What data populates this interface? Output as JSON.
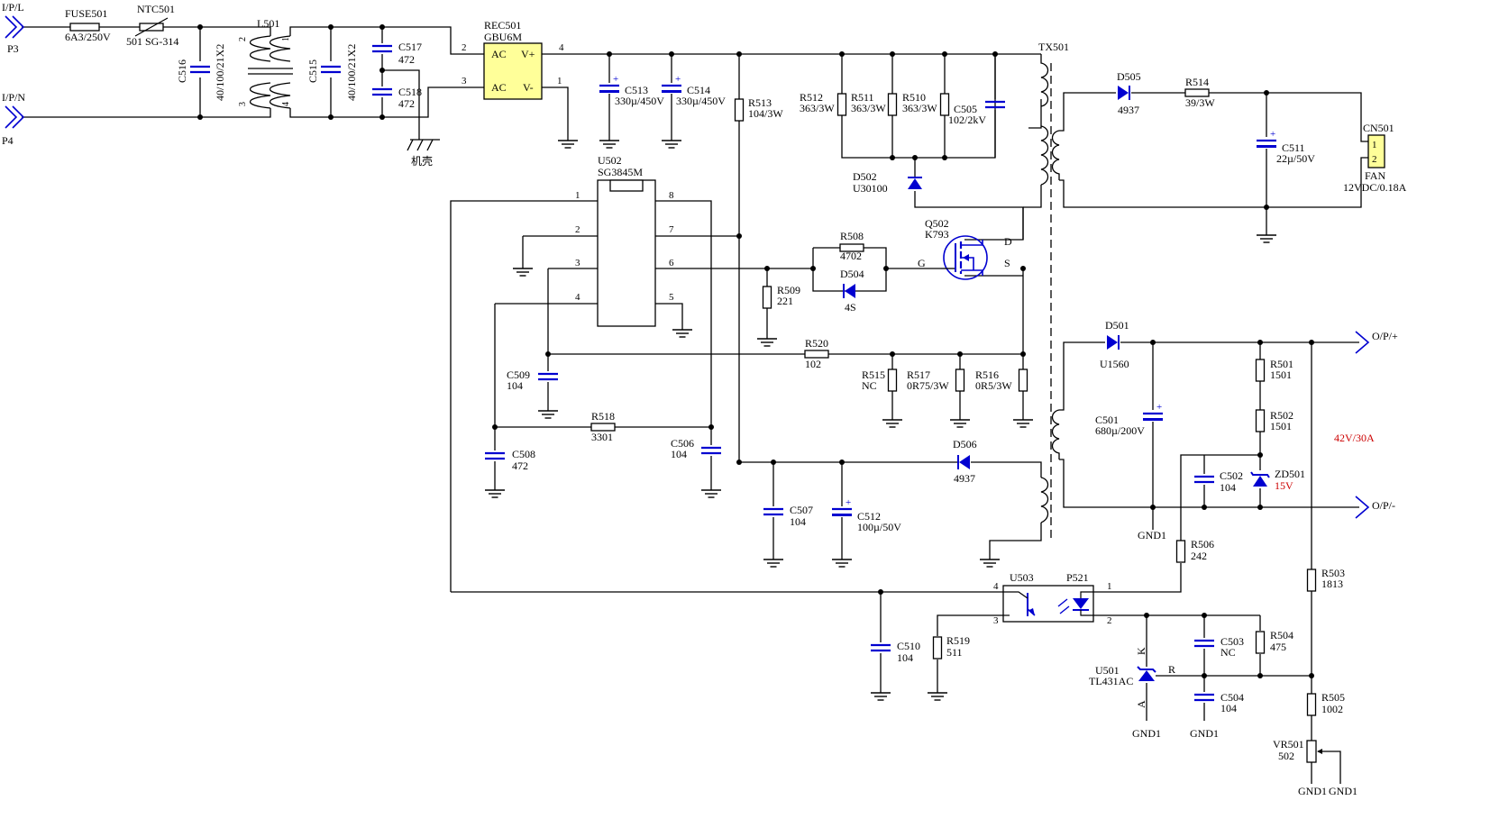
{
  "ports": {
    "p3_name": "I/P/L",
    "p3_ref": "P3",
    "p4_name": "I/P/N",
    "p4_ref": "P4",
    "out_pos": "O/P/+",
    "out_neg": "O/P/-",
    "chassis": "机壳"
  },
  "input": {
    "fuse_ref": "FUSE501",
    "fuse_val": "6A3/250V",
    "ntc_ref": "NTC501",
    "ntc_val": "501 SG-314",
    "c516_ref": "C516",
    "c516_val": "40/100/21X2",
    "l501_ref": "L501",
    "l501_p1": "1",
    "l501_p2": "2",
    "l501_p3": "3",
    "l501_p4": "4",
    "c515_ref": "C515",
    "c515_val": "40/100/21X2",
    "c517_ref": "C517",
    "c517_val": "472",
    "c518_ref": "C518",
    "c518_val": "472"
  },
  "bridge": {
    "ref": "REC501",
    "part": "GBU6M",
    "ac": "AC",
    "vplus": "V+",
    "vminus": "V-",
    "pin1": "1",
    "pin2": "2",
    "pin3": "3",
    "pin4": "4"
  },
  "bulk": {
    "c513_ref": "C513",
    "c513_val": "330µ/450V",
    "c514_ref": "C514",
    "c514_val": "330µ/450V",
    "r513_ref": "R513",
    "r513_val": "104/3W"
  },
  "snubber": {
    "r512_ref": "R512",
    "r512_val": "363/3W",
    "r511_ref": "R511",
    "r511_val": "363/3W",
    "r510_ref": "R510",
    "r510_val": "363/3W",
    "c505_ref": "C505",
    "c505_val": "102/2kV",
    "d502_ref": "D502",
    "d502_val": "U30100"
  },
  "transformer": {
    "ref": "TX501"
  },
  "fan": {
    "d505_ref": "D505",
    "d505_val": "4937",
    "r514_ref": "R514",
    "r514_val": "39/3W",
    "c511_ref": "C511",
    "c511_val": "22µ/50V",
    "cn501_ref": "CN501",
    "cn_pin1": "1",
    "cn_pin2": "2",
    "fan_label": "FAN",
    "fan_spec": "12VDC/0.18A"
  },
  "controller": {
    "ref": "U502",
    "part": "SG3845M",
    "pins": [
      "1",
      "2",
      "3",
      "4",
      "5",
      "6",
      "7",
      "8"
    ],
    "r508_ref": "R508",
    "r508_val": "4702",
    "d504_ref": "D504",
    "d504_val": "4S",
    "r509_ref": "R509",
    "r509_val": "221",
    "q502_ref": "Q502",
    "q502_val": "K793",
    "g": "G",
    "d": "D",
    "s": "S",
    "r520_ref": "R520",
    "r520_val": "102",
    "r515_ref": "R515",
    "r515_val": "NC",
    "r517_ref": "R517",
    "r517_val": "0R75/3W",
    "r516_ref": "R516",
    "r516_val": "0R5/3W",
    "c509_ref": "C509",
    "c509_val": "104",
    "r518_ref": "R518",
    "r518_val": "3301",
    "c508_ref": "C508",
    "c508_val": "472",
    "c506_ref": "C506",
    "c506_val": "104",
    "d506_ref": "D506",
    "d506_val": "4937",
    "c507_ref": "C507",
    "c507_val": "104",
    "c512_ref": "C512",
    "c512_val": "100µ/50V",
    "c510_ref": "C510",
    "c510_val": "104",
    "r519_ref": "R519",
    "r519_val": "511"
  },
  "output": {
    "d501_ref": "D501",
    "d501_val": "U1560",
    "c501_ref": "C501",
    "c501_val": "680µ/200V",
    "gnd1": "GND1",
    "r501_ref": "R501",
    "r501_val": "1501",
    "r502_ref": "R502",
    "r502_val": "1501",
    "rating": "42V/30A",
    "c502_ref": "C502",
    "c502_val": "104",
    "zd501_ref": "ZD501",
    "zd501_val": "15V",
    "r506_ref": "R506",
    "r506_val": "242",
    "u503_ref": "U503",
    "p521_ref": "P521",
    "opto_p1": "1",
    "opto_p2": "2",
    "opto_p3": "3",
    "opto_p4": "4",
    "u501_ref": "U501",
    "u501_val": "TL431AC",
    "k": "K",
    "a": "A",
    "r": "R",
    "c503_ref": "C503",
    "c503_val": "NC",
    "c504_ref": "C504",
    "c504_val": "104",
    "r504_ref": "R504",
    "r504_val": "475",
    "r503_ref": "R503",
    "r503_val": "1813",
    "r505_ref": "R505",
    "r505_val": "1002",
    "vr501_ref": "VR501",
    "vr501_val": "502"
  },
  "colors": {
    "wire": "#000000",
    "part": "#0000d0",
    "ic_fill": "#ffff99",
    "rating": "#cc0000"
  }
}
